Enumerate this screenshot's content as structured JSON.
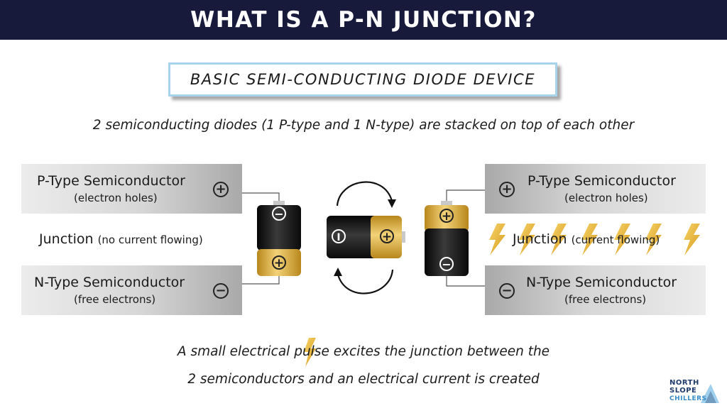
{
  "header": {
    "title": "WHAT IS A P-N JUNCTION?"
  },
  "subtitle": "BASIC SEMI-CONDUCTING DIODE DEVICE",
  "description": "2 semiconducting diodes (1 P-type and 1 N-type) are stacked on top of each other",
  "left": {
    "p_panel": {
      "title": "P-Type Semiconductor",
      "subtitle": "(electron holes)",
      "sign": "+"
    },
    "junction": {
      "label": "Junction",
      "note": "(no current flowing)"
    },
    "n_panel": {
      "title": "N-Type Semiconductor",
      "subtitle": "(free electrons)",
      "sign": "−"
    }
  },
  "right": {
    "p_panel": {
      "title": "P-Type Semiconductor",
      "subtitle": "(electron holes)",
      "sign": "+"
    },
    "junction": {
      "label": "Junction",
      "note": "(current flowing)"
    },
    "n_panel": {
      "title": "N-Type Semiconductor",
      "subtitle": "(free electrons)",
      "sign": "−"
    }
  },
  "batteries": {
    "left": {
      "top_sign": "−",
      "bottom_sign": "+"
    },
    "middle": {
      "left_sign": "I",
      "right_sign": "+"
    },
    "right": {
      "top_sign": "+",
      "bottom_sign": "−"
    }
  },
  "bottom_text": {
    "line1": "A small electrical pulse excites the junction between the",
    "line2": "2 semiconductors and an electrical current is created"
  },
  "logo": {
    "line1": "NORTH",
    "line2": "SLOPE",
    "line3": "CHILLERS"
  },
  "colors": {
    "header_bg": "#171a3a",
    "gold": "#e3b53f",
    "battery_black": "#141414",
    "box_border": "#a8d3ec",
    "logo_blue": "#1f3a6b"
  }
}
